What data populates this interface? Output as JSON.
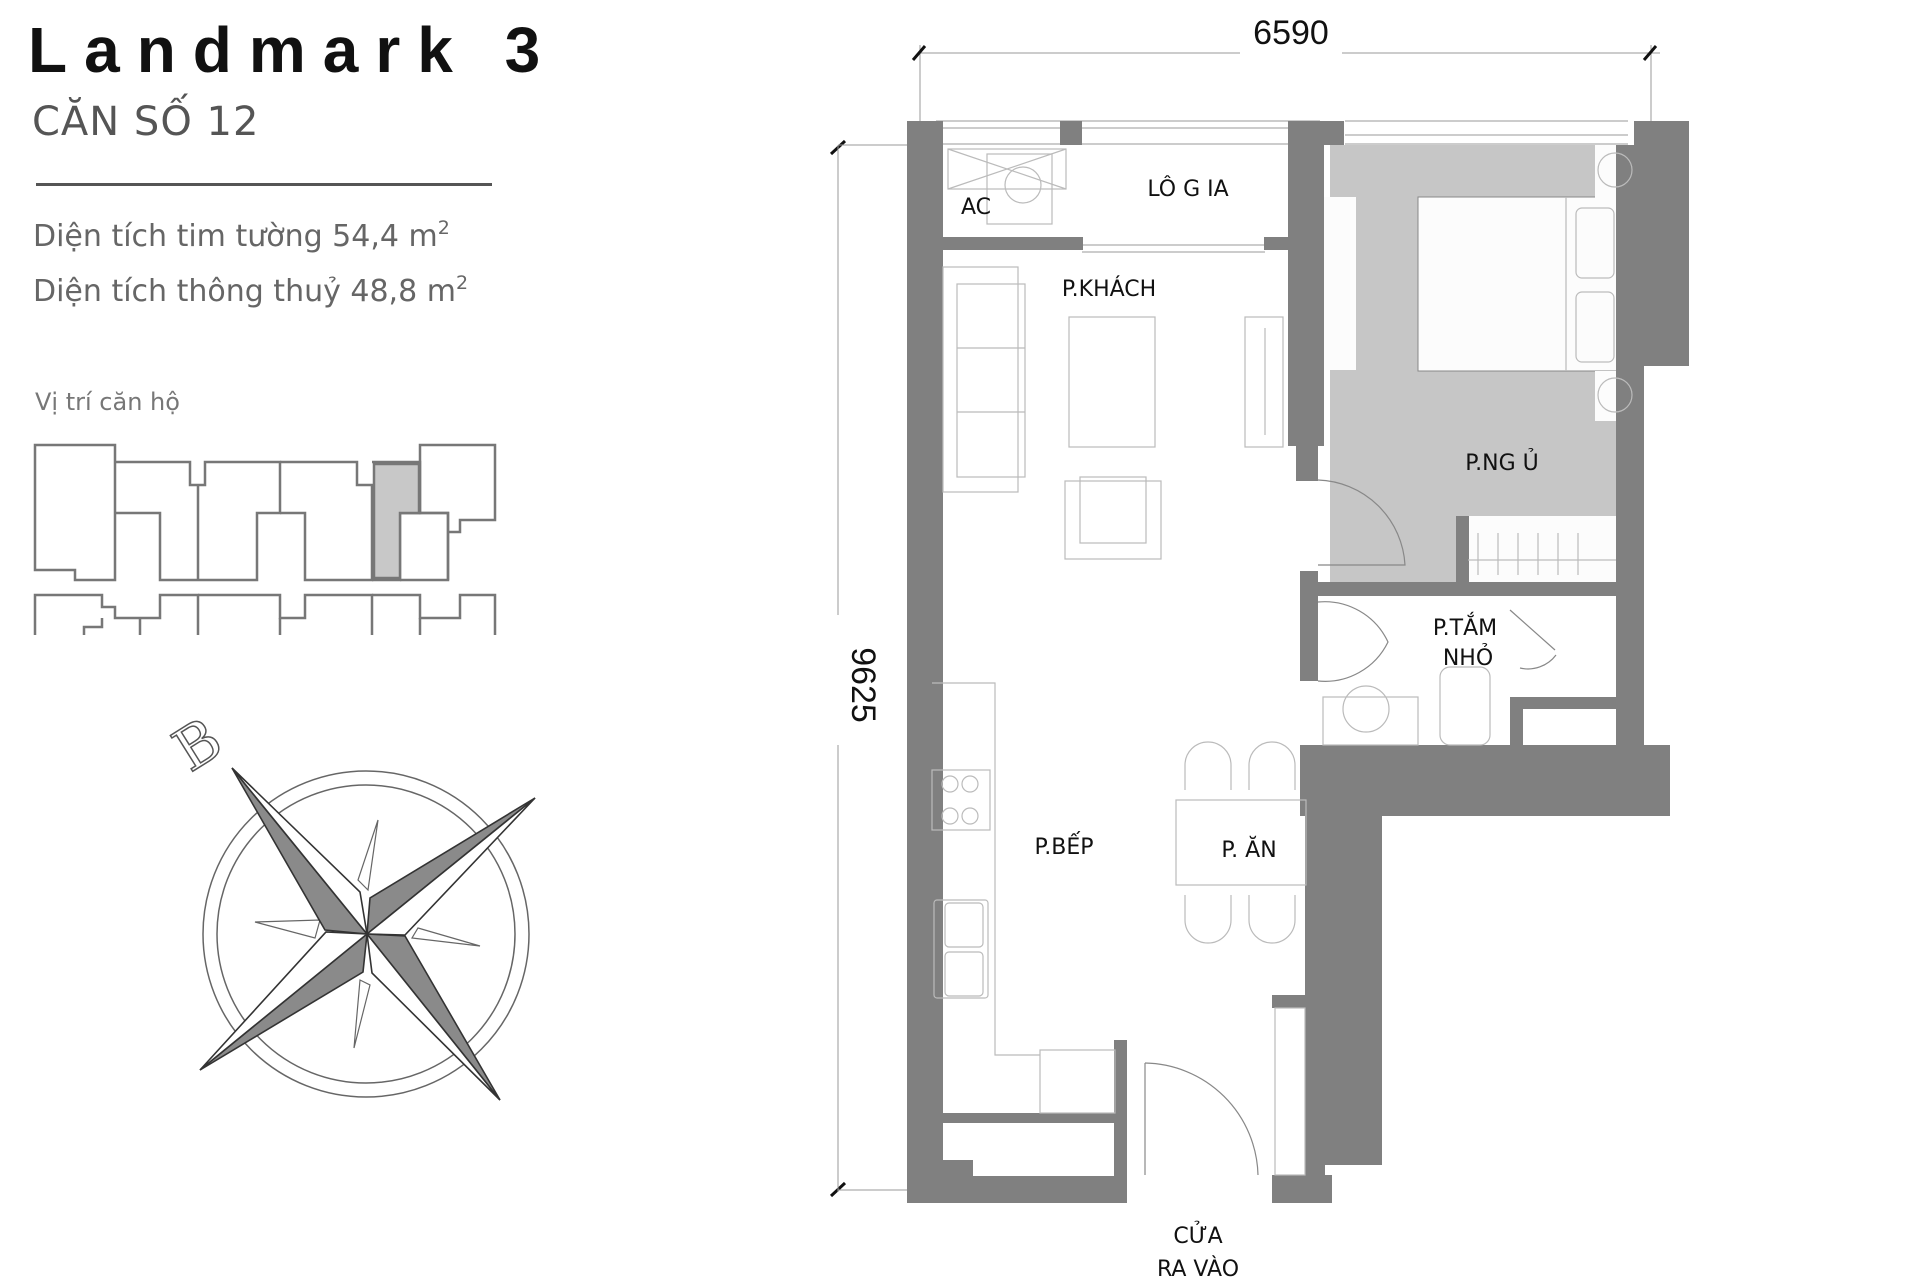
{
  "header": {
    "project": "Landmark 3",
    "unit": "CĂN SỐ 12",
    "area_gross_label": "Diện tích tim tường 54,4 m",
    "area_net_label": "Diện tích thông thuỷ 48,8 m",
    "area_unit_sup": "2"
  },
  "location": {
    "label": "Vị trí căn hộ",
    "highlight_color": "#c8c8c8"
  },
  "compass": {
    "north_label": "B"
  },
  "dimensions": {
    "width": "6590",
    "height": "9625"
  },
  "rooms": {
    "ac": "AC",
    "logia": "LÔ G IA",
    "living": "P.KHÁCH",
    "bedroom": "P.NG Ủ",
    "bath_line1": "P.TẮM",
    "bath_line2": "NHỎ",
    "kitchen": "P.BẾP",
    "dining": "P. ĂN",
    "entry_line1": "CỬA",
    "entry_line2": "RA VÀO"
  },
  "colors": {
    "wall": "#808080",
    "bedroom_floor": "#c6c6c6",
    "furniture_line": "#bbbbbb"
  }
}
